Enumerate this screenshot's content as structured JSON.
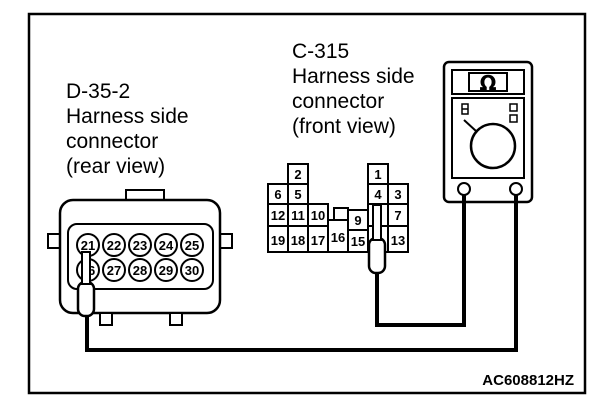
{
  "left_connector": {
    "label_lines": [
      "D-35-2",
      "Harness side",
      "connector",
      "(rear view)"
    ],
    "top_row_pins": [
      "21",
      "22",
      "23",
      "24",
      "25"
    ],
    "bottom_row_pins": [
      "26",
      "27",
      "28",
      "29",
      "30"
    ]
  },
  "right_connector": {
    "label_lines": [
      "C-315",
      "Harness side",
      "connector",
      "(front view)"
    ],
    "pins": [
      "1",
      "2",
      "3",
      "4",
      "5",
      "6",
      "7",
      "9",
      "10",
      "11",
      "12",
      "13",
      "15",
      "16",
      "17",
      "18",
      "19"
    ]
  },
  "meter": {
    "unit_symbol": "Ω",
    "icon": "ohmmeter-icon"
  },
  "figure_code": "AC608812HZ"
}
